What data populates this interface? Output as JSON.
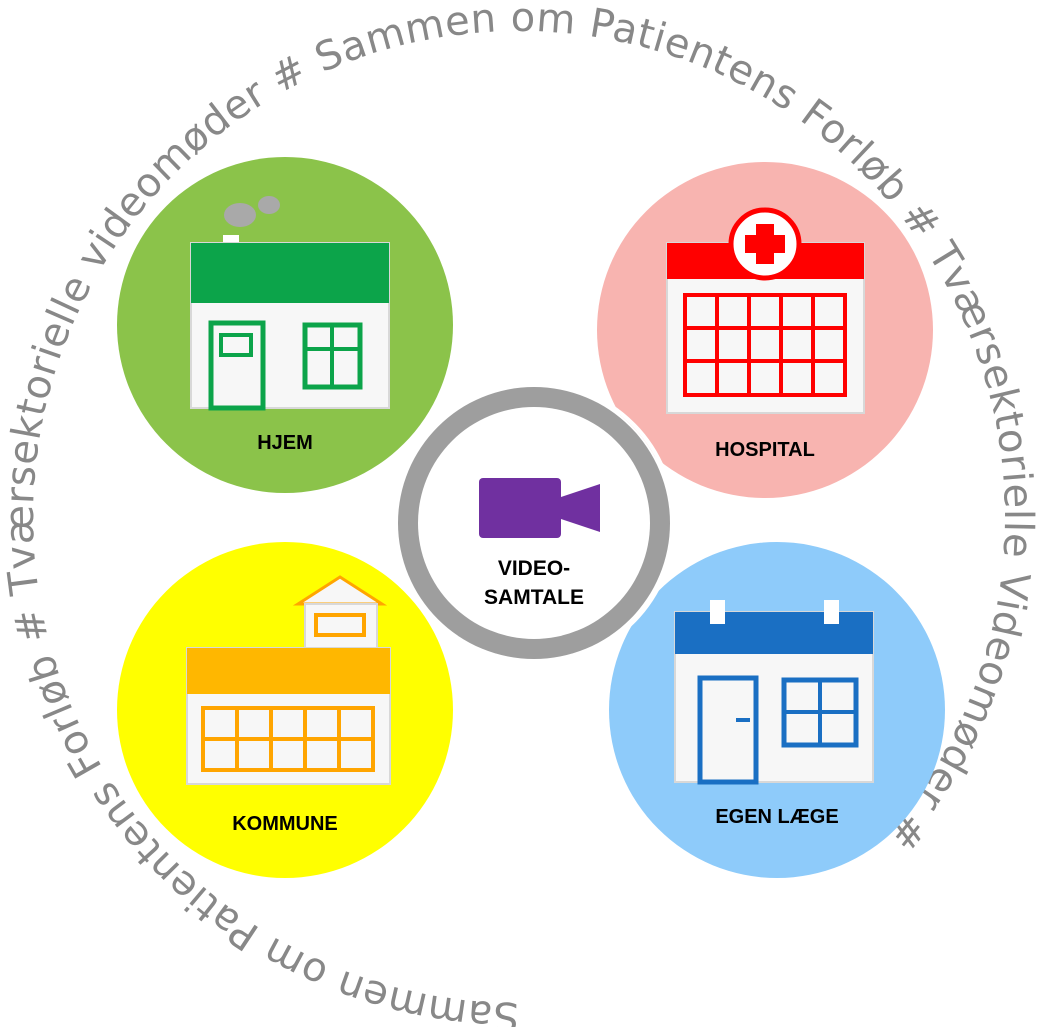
{
  "ring_text": "Sammen om Patientens Forløb # Tværsektorielle videomøder # Sammen om Patientens Forløb # Tværsektorielle Videomøder # ",
  "center": {
    "line1": "VIDEO-",
    "line2": "SAMTALE",
    "icon": "video-camera-icon",
    "color": "#7030a0"
  },
  "nodes": {
    "hjem": {
      "label": "HJEM",
      "icon": "house-icon",
      "color": "#8bc34a"
    },
    "hospital": {
      "label": "HOSPITAL",
      "icon": "hospital-icon",
      "color": "#f8b4b0"
    },
    "kommune": {
      "label": "KOMMUNE",
      "icon": "town-hall-icon",
      "color": "#ffff00"
    },
    "egen_laege": {
      "label": "EGEN LÆGE",
      "icon": "clinic-icon",
      "color": "#8ecbfa"
    }
  }
}
